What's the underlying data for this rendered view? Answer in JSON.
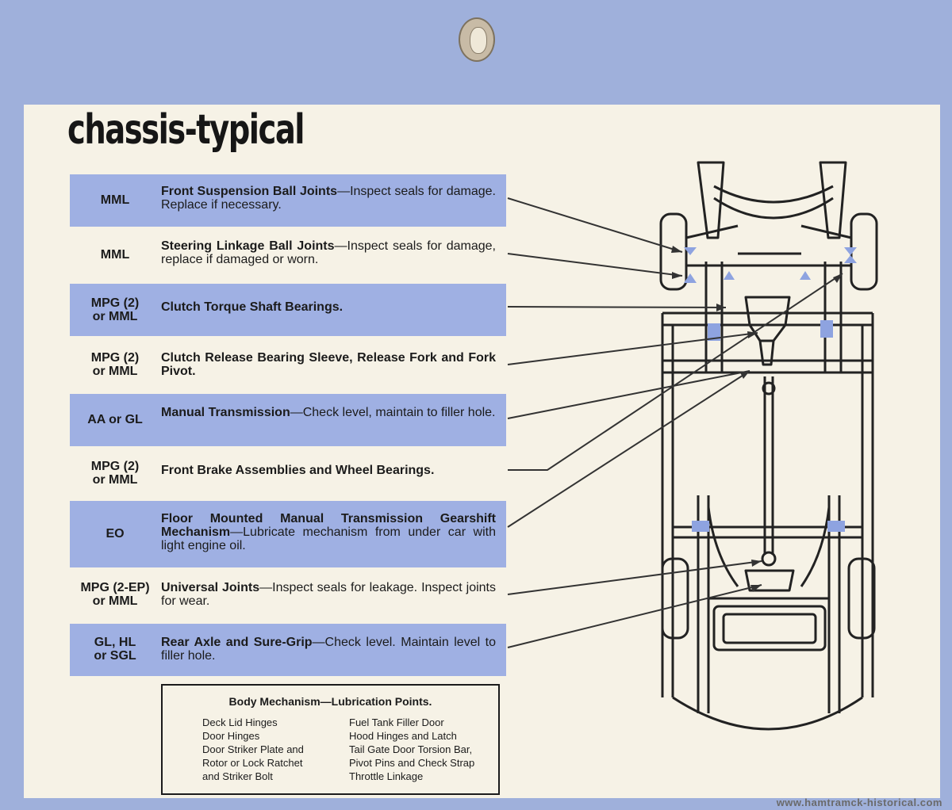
{
  "title": "chassis-typical",
  "colors": {
    "background_border": "#9fb0db",
    "paper": "#f6f2e6",
    "row_shade": "#9fb0e3",
    "lube_point_marker": "#8ea3e0"
  },
  "lubrication_items": [
    {
      "code": "MML",
      "name": "Front Suspension Ball Joints",
      "detail": "—Inspect seals for damage. Replace if necessary."
    },
    {
      "code": "MML",
      "name": "Steering Linkage Ball Joints",
      "detail": "—Inspect seals for damage, replace if damaged or worn."
    },
    {
      "code": "MPG (2)\nor MML",
      "name": "Clutch Torque Shaft Bearings.",
      "detail": ""
    },
    {
      "code": "MPG (2)\nor MML",
      "name": "Clutch Release Bearing Sleeve, Release Fork and Fork Pivot.",
      "detail": ""
    },
    {
      "code": "AA or GL",
      "name": "Manual Transmission",
      "detail": "—Check level, maintain to filler hole."
    },
    {
      "code": "MPG (2)\nor MML",
      "name": "Front Brake Assemblies and Wheel Bearings.",
      "detail": ""
    },
    {
      "code": "EO",
      "name": "Floor Mounted Manual Transmission Gearshift Mechanism",
      "detail": "—Lubricate mechanism from under car with light engine oil."
    },
    {
      "code": "MPG (2-EP)\nor MML",
      "name": "Universal Joints",
      "detail": "—Inspect seals for leakage. Inspect joints for wear."
    },
    {
      "code": "GL, HL\nor SGL",
      "name": "Rear Axle and Sure-Grip",
      "detail": "—Check level. Maintain level to filler hole."
    }
  ],
  "body_mechanism": {
    "title": "Body Mechanism—Lubrication Points.",
    "left_column": [
      "Deck Lid Hinges",
      "Door Hinges",
      "Door Striker Plate and",
      "Rotor or Lock Ratchet",
      "and Striker Bolt"
    ],
    "right_column": [
      "Fuel Tank Filler Door",
      "Hood Hinges and Latch",
      "Tail Gate Door Torsion Bar,",
      "Pivot Pins and Check Strap",
      "Throttle Linkage"
    ]
  },
  "watermark": "www.hamtramck-historical.com",
  "icons": [
    "binder-hole",
    "chassis-diagram",
    "lube-point-marker",
    "leader-arrow"
  ]
}
